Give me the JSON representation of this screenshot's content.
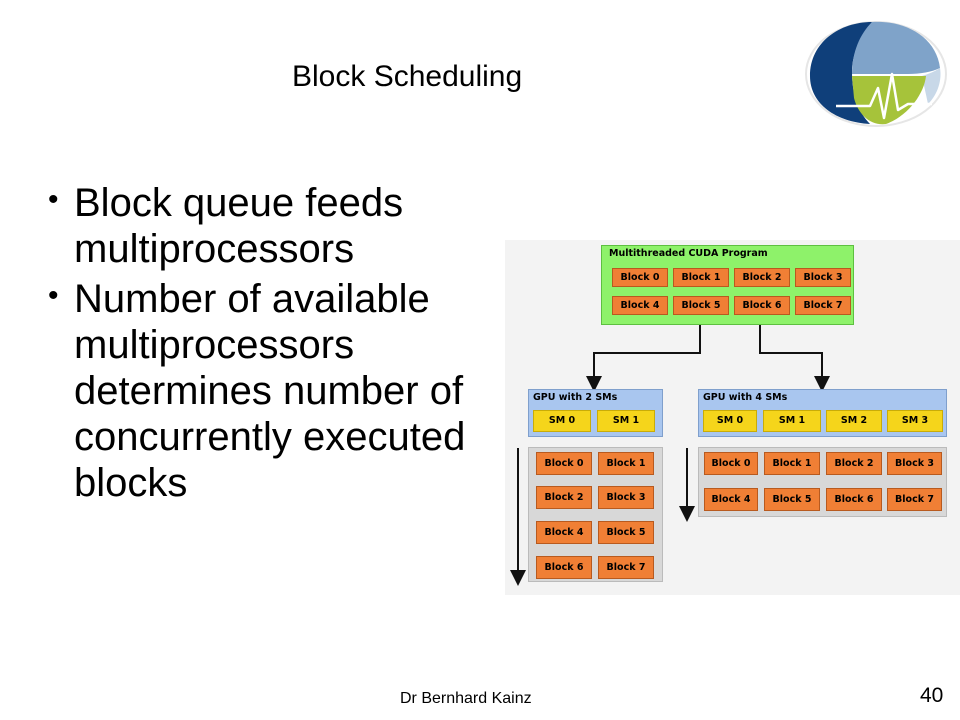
{
  "slide": {
    "title": "Block Scheduling",
    "bullets": [
      "Block queue feeds multiprocessors",
      "Number of available multiprocessors determines number of concurrently executed blocks"
    ],
    "footer": "Dr Bernhard Kainz",
    "page_number": "40"
  },
  "diagram": {
    "program_label": "Multithreaded CUDA Program",
    "program_blocks": [
      "Block 0",
      "Block 1",
      "Block 2",
      "Block 3",
      "Block 4",
      "Block 5",
      "Block 6",
      "Block 7"
    ],
    "gpu2": {
      "label": "GPU with 2 SMs",
      "sms": [
        "SM 0",
        "SM 1"
      ],
      "rows": [
        [
          "Block 0",
          "Block 1"
        ],
        [
          "Block 2",
          "Block 3"
        ],
        [
          "Block 4",
          "Block 5"
        ],
        [
          "Block 6",
          "Block 7"
        ]
      ]
    },
    "gpu4": {
      "label": "GPU with 4 SMs",
      "sms": [
        "SM 0",
        "SM 1",
        "SM 2",
        "SM 3"
      ],
      "rows": [
        [
          "Block 0",
          "Block 1",
          "Block 2",
          "Block 3"
        ],
        [
          "Block 4",
          "Block 5",
          "Block 6",
          "Block 7"
        ]
      ]
    }
  },
  "colors": {
    "program_bg": "#8ef26a",
    "gpu_bg": "#a9c6ef",
    "block": "#f07f35",
    "sm": "#f5d51b",
    "logo_dark_blue": "#0f3f7a",
    "logo_light_blue": "#7fa3c9",
    "logo_green": "#a6c33a"
  },
  "logo": {
    "icon": "heartbeat-brain-logo"
  }
}
